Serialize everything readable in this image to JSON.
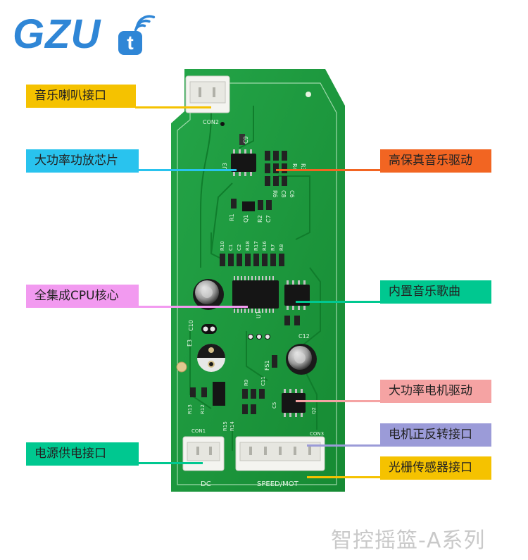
{
  "logo": {
    "main": "GZU",
    "small": "t"
  },
  "labels": {
    "music_speaker": "音乐喇叭接口",
    "power_amp_chip": "大功率功放芯片",
    "hifi_driver": "高保真音乐驱动",
    "cpu_core": "全集成CPU核心",
    "builtin_music": "内置音乐歌曲",
    "motor_driver": "大功率电机驱动",
    "power_port": "电源供电接口",
    "motor_dir_port": "电机正反转接口",
    "grating_sensor_port": "光栅传感器接口"
  },
  "board_text": {
    "con2": "CON2",
    "con1": "CON1",
    "dc": "DC",
    "speed_mot": "SPEED/MOT",
    "c9": "C9",
    "u3": "U3",
    "r4": "R4",
    "r3": "R3",
    "r6": "R6",
    "c8": "C8",
    "c6": "C6",
    "r1": "R1",
    "q1": "Q1",
    "r2": "R2",
    "c7": "C7",
    "r10": "R10",
    "c1": "C1",
    "c2": "C2",
    "r18": "R18",
    "r17": "R17",
    "r16": "R16",
    "r7": "R7",
    "r8": "R8",
    "c10": "C10",
    "e3": "E3",
    "c12": "C12",
    "u1": "U1",
    "fs1": "FS1",
    "r9": "R9",
    "c11": "C11",
    "c5": "C5",
    "q2": "Q2",
    "r13": "R13",
    "r12": "R12",
    "r15": "R15",
    "r14": "R14",
    "con3": "CON3"
  },
  "footer": "智控摇篮-A系列",
  "colors": {
    "yellow": "#f5c200",
    "blue": "#29c3ee",
    "orange": "#f26522",
    "pink": "#f29af0",
    "green": "#00c890",
    "salmon": "#f5a3a3",
    "lavender": "#9b9bd8",
    "pcb": "#1f9a3e"
  }
}
